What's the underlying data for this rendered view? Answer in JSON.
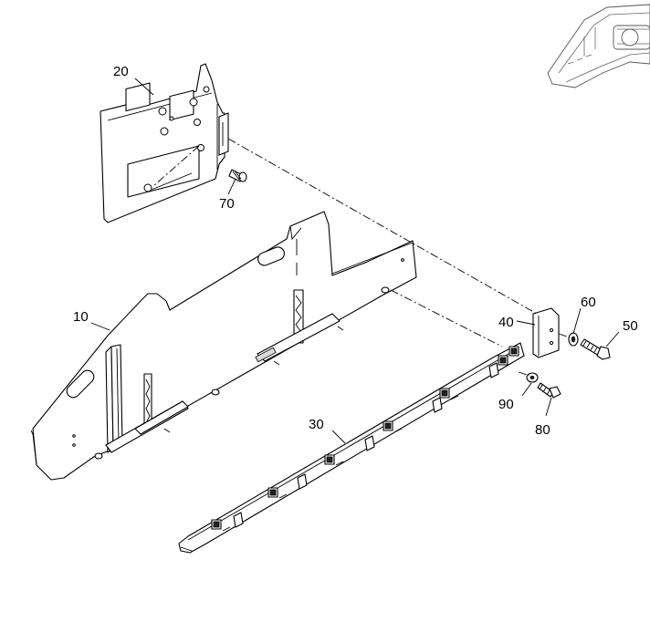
{
  "callouts": {
    "c10": "10",
    "c20": "20",
    "c30": "30",
    "c40": "40",
    "c50": "50",
    "c60": "60",
    "c70": "70",
    "c80": "80",
    "c90": "90"
  }
}
